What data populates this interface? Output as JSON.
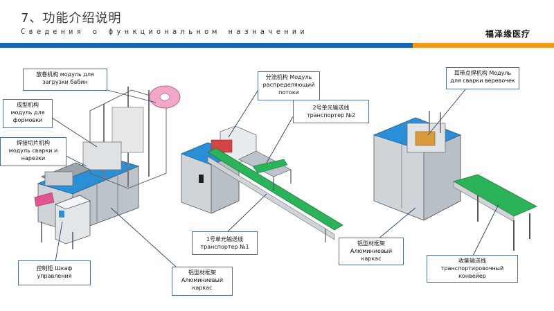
{
  "header": {
    "title": "7、功能介绍说明",
    "subtitle": "Сведения о функциональном назначении",
    "brand": "福泽缘医疗"
  },
  "colors": {
    "accent_blue": "#1565b5",
    "accent_orange": "#f39a1a",
    "machine_blue": "#2a8fd6"
  },
  "labels": {
    "unwind": [
      "放卷机构 модуль для",
      "загрузки бабин"
    ],
    "forming": [
      "成型机构",
      "модуль для",
      "формовки"
    ],
    "welding": [
      "焊接切片机构",
      "модуль сварки и",
      "нарезки"
    ],
    "control": [
      "控制柜 Шкаф",
      "управления"
    ],
    "frame1": [
      "铝型材框架",
      "Алюминиевый",
      "каркас"
    ],
    "distributor": [
      "分流机构 Модуль",
      "распределяющий",
      "потоки"
    ],
    "conveyor2": [
      "2号单元输送线",
      "транспортер №2"
    ],
    "conveyor1": [
      "1号单元输送线",
      "транспортер №1"
    ],
    "earloop": [
      "耳带点焊机构 Модуль",
      "для сварки веревочек"
    ],
    "frame2": [
      "铝型材框架",
      "Алюминиевый",
      "каркас"
    ],
    "collector": [
      "收集输送线",
      "транспортировочный",
      "конвейер"
    ]
  }
}
